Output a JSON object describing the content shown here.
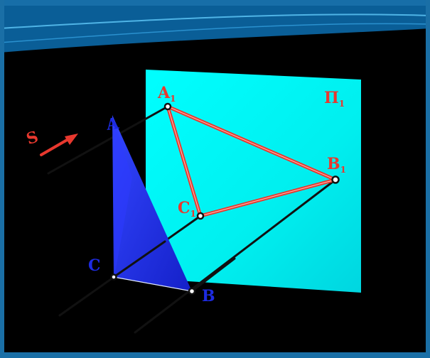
{
  "colors": {
    "background": "#000000",
    "frame": "#1f7ab0",
    "plane": "#00f4f4",
    "projection": "#e8382e",
    "triangle": "#1d2be0",
    "lines": "#111111"
  },
  "plane_label": {
    "main": "Π",
    "sub": "1"
  },
  "direction_label": "S",
  "projection_points": [
    {
      "id": "A1",
      "letter": "A",
      "sub": "1"
    },
    {
      "id": "B1",
      "letter": "B",
      "sub": "1"
    },
    {
      "id": "C1",
      "letter": "C",
      "sub": "1"
    }
  ],
  "triangle_points": [
    {
      "id": "A",
      "letter": "A"
    },
    {
      "id": "B",
      "letter": "B"
    },
    {
      "id": "C",
      "letter": "C"
    }
  ]
}
